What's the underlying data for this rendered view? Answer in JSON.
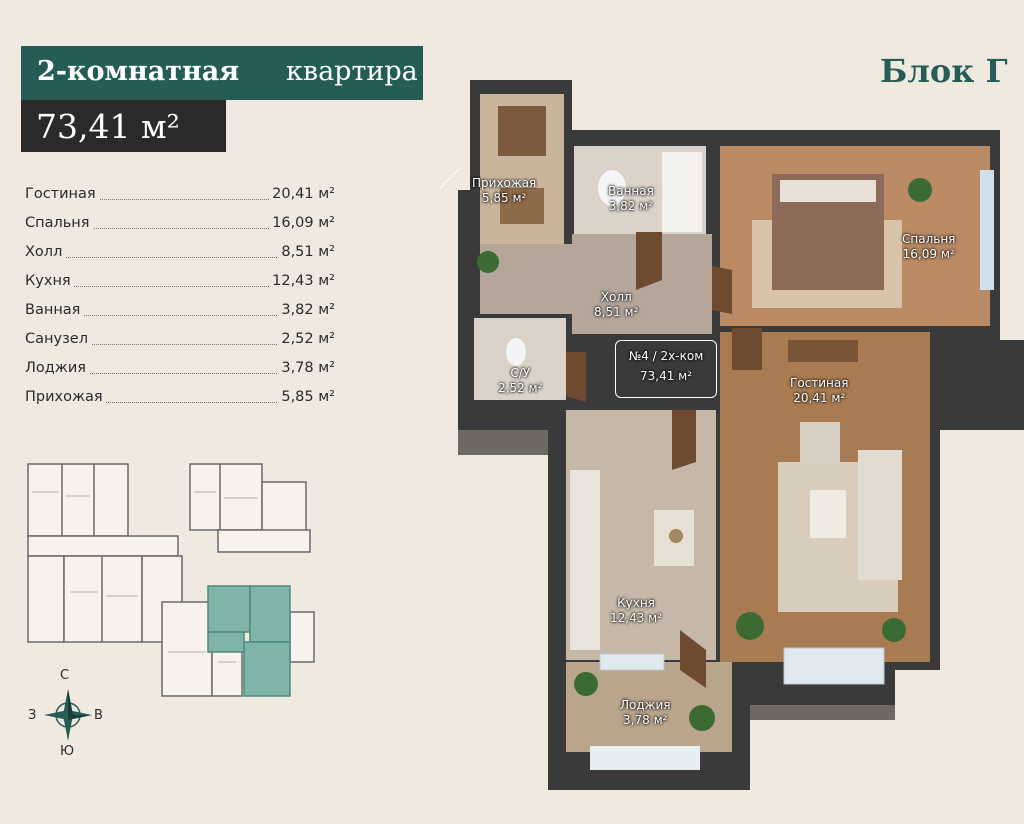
{
  "header": {
    "title_bold": "2-комнатная",
    "title_light": "квартира",
    "area": "73,41 м²",
    "block": "Блок Г"
  },
  "specs": [
    {
      "name": "Гостиная",
      "value": "20,41 м²"
    },
    {
      "name": "Спальня",
      "value": "16,09 м²"
    },
    {
      "name": "Холл",
      "value": "8,51 м²"
    },
    {
      "name": "Кухня",
      "value": "12,43 м²"
    },
    {
      "name": "Ванная",
      "value": "3,82 м²"
    },
    {
      "name": "Санузел",
      "value": "2,52 м²"
    },
    {
      "name": "Лоджия",
      "value": "3,78 м²"
    },
    {
      "name": "Прихожая",
      "value": "5,85 м²"
    }
  ],
  "compass": {
    "n": "С",
    "s": "Ю",
    "w": "З",
    "e": "В"
  },
  "rooms": {
    "hallway_entry": {
      "name": "Прихожая",
      "area": "5,85 м²"
    },
    "bath": {
      "name": "Ванная",
      "area": "3,82 м²"
    },
    "bedroom": {
      "name": "Спальня",
      "area": "16,09 м²"
    },
    "hall": {
      "name": "Холл",
      "area": "8,51 м²"
    },
    "wc": {
      "name": "С/У",
      "area": "2,52 м²"
    },
    "living": {
      "name": "Гостиная",
      "area": "20,41 м²"
    },
    "kitchen": {
      "name": "Кухня",
      "area": "12,43 м²"
    },
    "loggia": {
      "name": "Лоджия",
      "area": "3,78 м²"
    }
  },
  "apartment_mark": {
    "number": "№4 / 2х-ком",
    "area": "73,41 м²"
  },
  "colors": {
    "accent": "#255d56",
    "dark": "#2a2a2a",
    "background": "#efe9e0",
    "highlight": "#7fb5a8"
  }
}
